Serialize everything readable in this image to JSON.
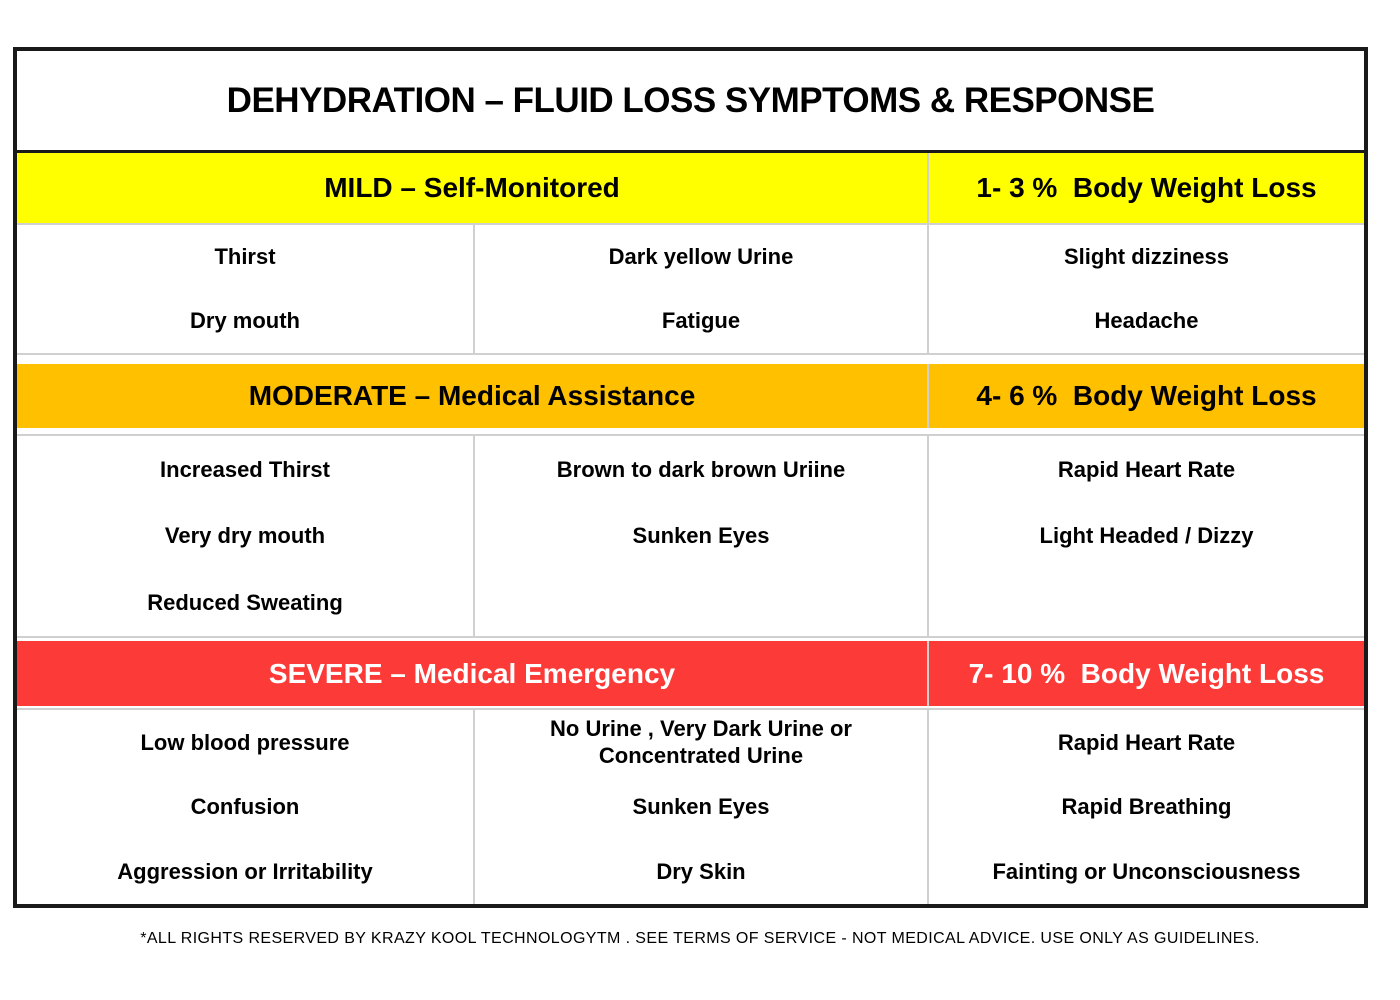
{
  "header": {
    "title": "DEHYDRATION – FLUID LOSS SYMPTOMS & RESPONSE"
  },
  "colors": {
    "mild_band": "#FFFF00",
    "moderate_band": "#FFC000",
    "severe_band": "#FC3B39",
    "table_border": "#1A1A1A",
    "grid_line": "#D0D0D0"
  },
  "sections": [
    {
      "level": "MILD",
      "label": "MILD – Self-Monitored",
      "weight_loss": "1- 3 %  Body Weight Loss",
      "columns": [
        [
          "Thirst",
          "Dry mouth"
        ],
        [
          "Dark yellow Urine",
          "Fatigue"
        ],
        [
          "Slight dizziness",
          "Headache"
        ]
      ]
    },
    {
      "level": "MODERATE",
      "label": "MODERATE – Medical Assistance",
      "weight_loss": "4- 6 %  Body Weight Loss",
      "columns": [
        [
          "Increased Thirst",
          "Very dry mouth",
          "Reduced Sweating"
        ],
        [
          "Brown to dark brown Uriine",
          "Sunken Eyes",
          ""
        ],
        [
          "Rapid Heart Rate",
          "Light Headed / Dizzy",
          ""
        ]
      ]
    },
    {
      "level": "SEVERE",
      "label": "SEVERE – Medical Emergency",
      "weight_loss": "7- 10 %  Body Weight Loss",
      "columns": [
        [
          "Low blood pressure",
          "Confusion",
          "Aggression or Irritability"
        ],
        [
          "No Urine , Very Dark Urine or Concentrated Urine",
          "Sunken Eyes",
          "Dry Skin"
        ],
        [
          "Rapid Heart Rate",
          "Rapid Breathing",
          "Fainting or Unconsciousness"
        ]
      ]
    }
  ],
  "footer": {
    "text": "*ALL RIGHTS RESERVED BY KRAZY KOOL TECHNOLOGYTM . SEE TERMS OF SERVICE - NOT MEDICAL ADVICE. USE ONLY AS GUIDELINES."
  }
}
